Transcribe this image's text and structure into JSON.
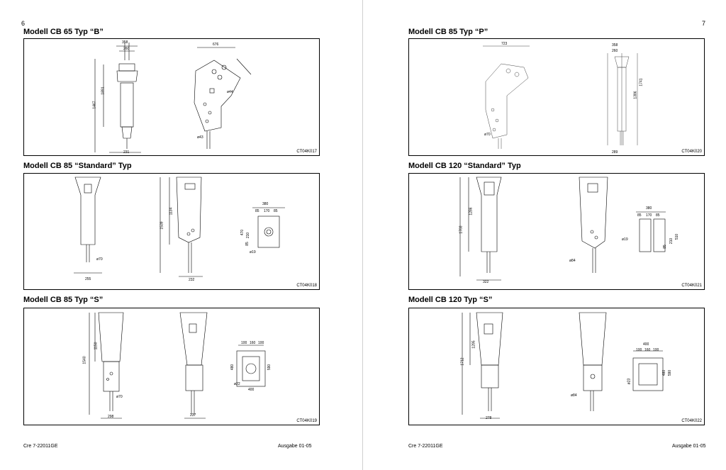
{
  "left_page": {
    "page_number": "6",
    "footer_left": "Cre  7-22011GE",
    "footer_right": "Ausgabe 01-05",
    "sections": [
      {
        "title": "Modell CB 65 Typ “B”",
        "code": "CT04K017",
        "dims": [
          "358",
          "260",
          "1891",
          "1467",
          "231",
          "676",
          "ø43",
          "ø44"
        ]
      },
      {
        "title": "Modell CB 85 “Standard” Typ",
        "code": "CT04K018",
        "dims": [
          "ø70",
          "255",
          "1134",
          "1539",
          "232",
          "380",
          "85",
          "170",
          "85",
          "470",
          "210",
          "85",
          "ø19"
        ]
      },
      {
        "title": "Modell CB 85 Typ “S”",
        "code": "CT04K019",
        "dims": [
          "1150",
          "1540",
          "ø70",
          "298",
          "237",
          "100",
          "160",
          "100",
          "480",
          "590",
          "400",
          "ø22"
        ]
      }
    ]
  },
  "right_page": {
    "page_number": "7",
    "footer_left": "Cre  7-22011GE",
    "footer_right": "Ausgabe 01-05",
    "sections": [
      {
        "title": "Modell CB 85 Typ “P”",
        "code": "CT04K020",
        "dims": [
          "723",
          "ø70",
          "358",
          "260",
          "1386",
          "1741",
          "289"
        ]
      },
      {
        "title": "Modell CB 120 “Standard” Typ",
        "code": "CT04K021",
        "dims": [
          "1286",
          "1703",
          "322",
          "ø84",
          "380",
          "85",
          "170",
          "85",
          "ø19",
          "85",
          "210",
          "510"
        ]
      },
      {
        "title": "Modell CB 120 Typ “S”",
        "code": "CT04K022",
        "dims": [
          "1295",
          "1712",
          "278",
          "ø84",
          "400",
          "100",
          "160",
          "100",
          "480",
          "590",
          "ø23"
        ]
      }
    ]
  }
}
